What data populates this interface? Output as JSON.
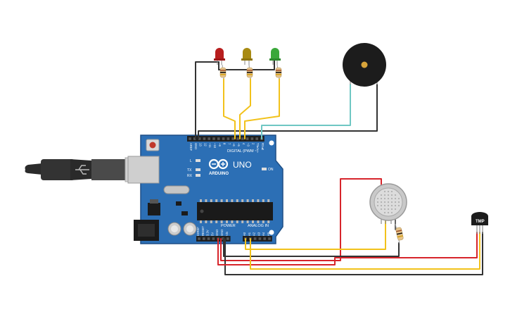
{
  "board": {
    "brand": "ARDUINO",
    "model": "UNO",
    "digital_header": "DIGITAL (PWM ~)",
    "power_header": "POWER",
    "analog_header": "ANALOG IN",
    "led_l": "L",
    "led_tx": "TX",
    "led_rx": "RX",
    "led_on": "ON",
    "digital_pins": [
      "AREF",
      "GND",
      "13",
      "12",
      "~11",
      "~10",
      "~9",
      "8",
      "7",
      "~6",
      "~5",
      "4",
      "~3",
      "2",
      "TX▸1",
      "RX◂0"
    ],
    "power_pins": [
      "IOREF",
      "RESET",
      "3.3V",
      "5V",
      "GND",
      "GND",
      "Vin"
    ],
    "analog_pins": [
      "A0",
      "A1",
      "A2",
      "A3",
      "A4",
      "A5"
    ]
  },
  "sensor": {
    "label": "TMP"
  },
  "colors": {
    "board": "#2c6fb5",
    "board_edge": "#1e4f86",
    "wire_yellow": "#f2c21b",
    "wire_red": "#d7252b",
    "wire_black": "#333333",
    "wire_teal": "#6fc7c3",
    "led_red": "#b81e1e",
    "led_yellow": "#a88a12",
    "led_green": "#3aa83a"
  }
}
